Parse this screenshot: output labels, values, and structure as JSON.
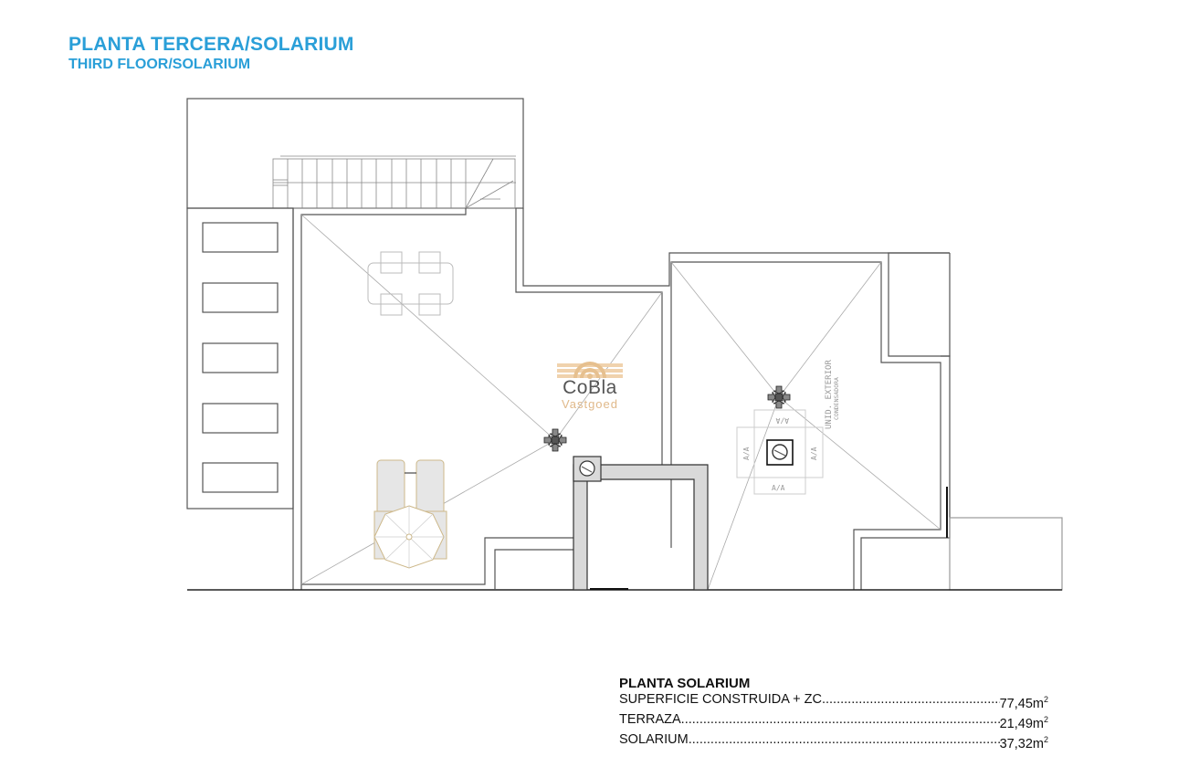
{
  "header": {
    "title": "PLANTA TERCERA/SOLARIUM",
    "subtitle": "THIRD FLOOR/SOLARIUM"
  },
  "logo": {
    "name": "CoBla",
    "sub": "Vastgoed"
  },
  "plan_labels": {
    "ac_unit_line1": "UNID. EXTERIOR",
    "ac_unit_line2": "CONDENSADORA",
    "aa_top": "A/A",
    "aa_left": "A/A",
    "aa_right": "A/A",
    "aa_bottom": "A/A"
  },
  "summary": {
    "title": "PLANTA SOLARIUM",
    "rows": [
      {
        "label": "SUPERFICIE CONSTRUIDA + ZC",
        "value": "77,45m",
        "unit_sup": "2"
      },
      {
        "label": "TERRAZA",
        "value": "21,49m",
        "unit_sup": "2"
      },
      {
        "label": "SOLARIUM",
        "value": "37,32m",
        "unit_sup": "2"
      }
    ]
  },
  "colors": {
    "title": "#2a9fd8",
    "line": "#555555",
    "wall_fill": "#d9d9d9",
    "furniture": "#cdb88a",
    "logo_accent": "#e0b98a"
  }
}
